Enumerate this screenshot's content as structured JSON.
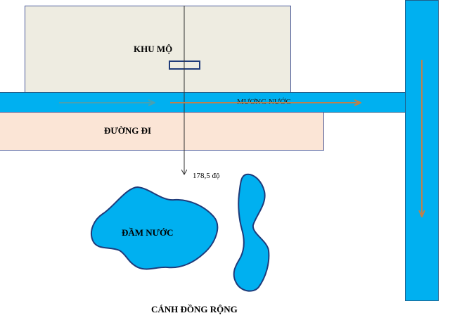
{
  "labels": {
    "burial_area": "KHU MỘ",
    "road": "ĐƯỜNG ĐI",
    "canal": "MƯƠNG NƯỚC",
    "bearing": "178,5 độ",
    "pond": "ĐẦM NƯỚC",
    "field": "CÁNH ĐỒNG RỘNG"
  },
  "colors": {
    "water": "#00b0f0",
    "flow_arrow": "#c0804a",
    "flow_arrow_teal": "#4aa0b0",
    "burial_fill": "#eeece1",
    "road_fill": "#fbe5d6",
    "outline": "#1f3b7a"
  }
}
